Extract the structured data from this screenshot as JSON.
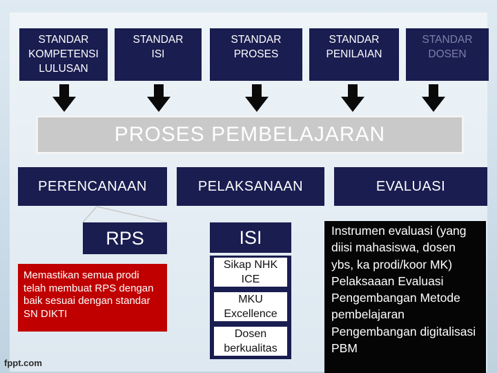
{
  "standards": [
    {
      "label": "STANDAR\nKOMPETENSI\nLULUSAN"
    },
    {
      "label": "STANDAR\nISI"
    },
    {
      "label": "STANDAR\nPROSES"
    },
    {
      "label": "STANDAR\nPENILAIAN"
    },
    {
      "label": "STANDAR\nDOSEN"
    }
  ],
  "process": {
    "label": "PROSES PEMBELAJARAN"
  },
  "phases": {
    "planning": "PERENCANAAN",
    "execution": "PELAKSANAAN",
    "evaluation": "EVALUASI"
  },
  "rps": {
    "label": "RPS",
    "note": "Memastikan semua prodi telah membuat RPS dengan baik sesuai dengan standar SN DIKTI"
  },
  "isi": {
    "label": "ISI",
    "items": [
      "Sikap NHK ICE",
      "MKU Excellence",
      "Dosen berkualitas"
    ]
  },
  "evaluation_items": {
    "text": "Instrumen evaluasi (yang diisi mahasiswa, dosen ybs, ka prodi/koor MK) Pelaksaaan Evaluasi Pengembangan Metode pembelajaran Pengembangan digitalisasi PBM"
  },
  "footer": {
    "logo": "fppt.com"
  },
  "colors": {
    "navy": "#1a1d50",
    "red": "#c00000",
    "grey": "#c9c9c9",
    "black": "#050505"
  }
}
